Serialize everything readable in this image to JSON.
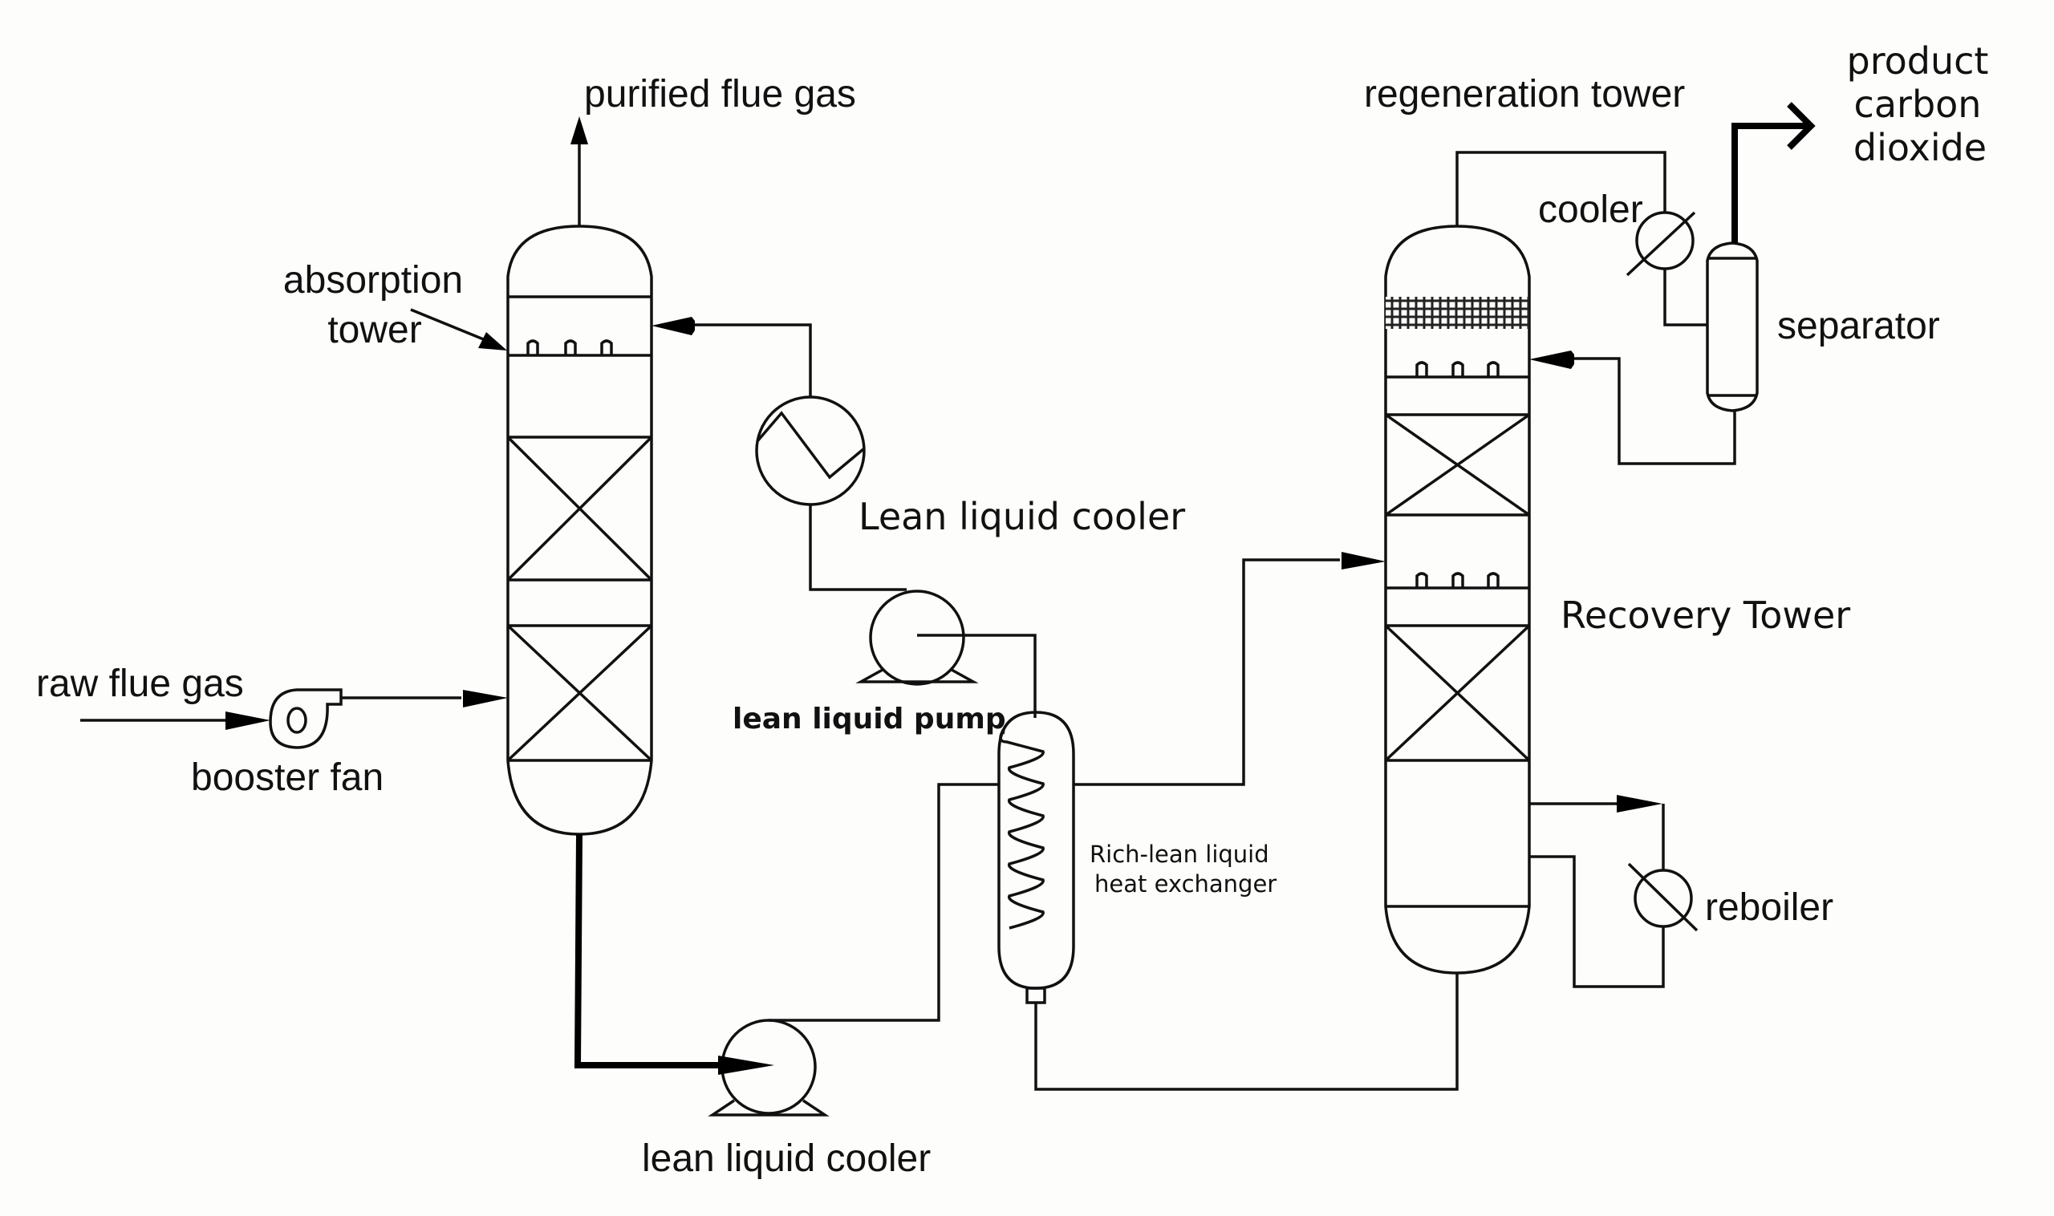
{
  "diagram": {
    "type": "process-flow-diagram",
    "subject": "CO2 capture: absorption and regeneration process",
    "colors": {
      "background": "#fdfdfb",
      "line": "#111111"
    }
  },
  "labels": {
    "purified_flue_gas": "purified flue gas",
    "absorption_tower_line1": "absorption",
    "absorption_tower_line2": "tower",
    "raw_flue_gas": "raw flue gas",
    "booster_fan": "booster fan",
    "lean_liquid_cooler_upper": "Lean liquid cooler",
    "lean_liquid_pump": "lean liquid pump",
    "lean_liquid_cooler_lower": "lean liquid cooler",
    "heat_exchanger_line1": "Rich-lean liquid",
    "heat_exchanger_line2": "heat exchanger",
    "regeneration_tower": "regeneration tower",
    "cooler": "cooler",
    "product_line1": "product",
    "product_line2": "carbon",
    "product_line3": "dioxide",
    "separator": "separator",
    "recovery_tower": "Recovery Tower",
    "reboiler": "reboiler"
  },
  "equipment": [
    {
      "id": "absorption-tower",
      "name": "absorption tower",
      "packed_beds": 2,
      "trays": 1
    },
    {
      "id": "regeneration-tower",
      "name": "regeneration tower",
      "packed_beds": 2,
      "trays": 2,
      "demister": true
    },
    {
      "id": "booster-fan",
      "name": "booster fan"
    },
    {
      "id": "lean-liquid-cooler",
      "name": "Lean liquid cooler"
    },
    {
      "id": "lean-liquid-pump",
      "name": "lean liquid pump"
    },
    {
      "id": "rich-pump",
      "name": "lean liquid cooler"
    },
    {
      "id": "heat-exchanger",
      "name": "Rich-lean liquid heat exchanger"
    },
    {
      "id": "overhead-cooler",
      "name": "cooler"
    },
    {
      "id": "separator",
      "name": "separator"
    },
    {
      "id": "reboiler",
      "name": "reboiler"
    }
  ],
  "streams": [
    {
      "from": "raw flue gas",
      "to": "booster fan"
    },
    {
      "from": "booster fan",
      "to": "absorption tower"
    },
    {
      "from": "absorption tower",
      "to": "purified flue gas"
    },
    {
      "from": "absorption tower",
      "to": "lean liquid cooler (pump)"
    },
    {
      "from": "lean liquid cooler (pump)",
      "to": "Rich-lean liquid heat exchanger"
    },
    {
      "from": "Rich-lean liquid heat exchanger",
      "to": "regeneration tower"
    },
    {
      "from": "regeneration tower",
      "to": "Rich-lean liquid heat exchanger"
    },
    {
      "from": "Rich-lean liquid heat exchanger",
      "to": "lean liquid pump"
    },
    {
      "from": "lean liquid pump",
      "to": "Lean liquid cooler"
    },
    {
      "from": "Lean liquid cooler",
      "to": "absorption tower"
    },
    {
      "from": "regeneration tower",
      "to": "cooler"
    },
    {
      "from": "cooler",
      "to": "separator"
    },
    {
      "from": "separator",
      "to": "product carbon dioxide"
    },
    {
      "from": "separator",
      "to": "regeneration tower"
    },
    {
      "from": "regeneration tower",
      "to": "reboiler"
    },
    {
      "from": "reboiler",
      "to": "regeneration tower"
    }
  ]
}
